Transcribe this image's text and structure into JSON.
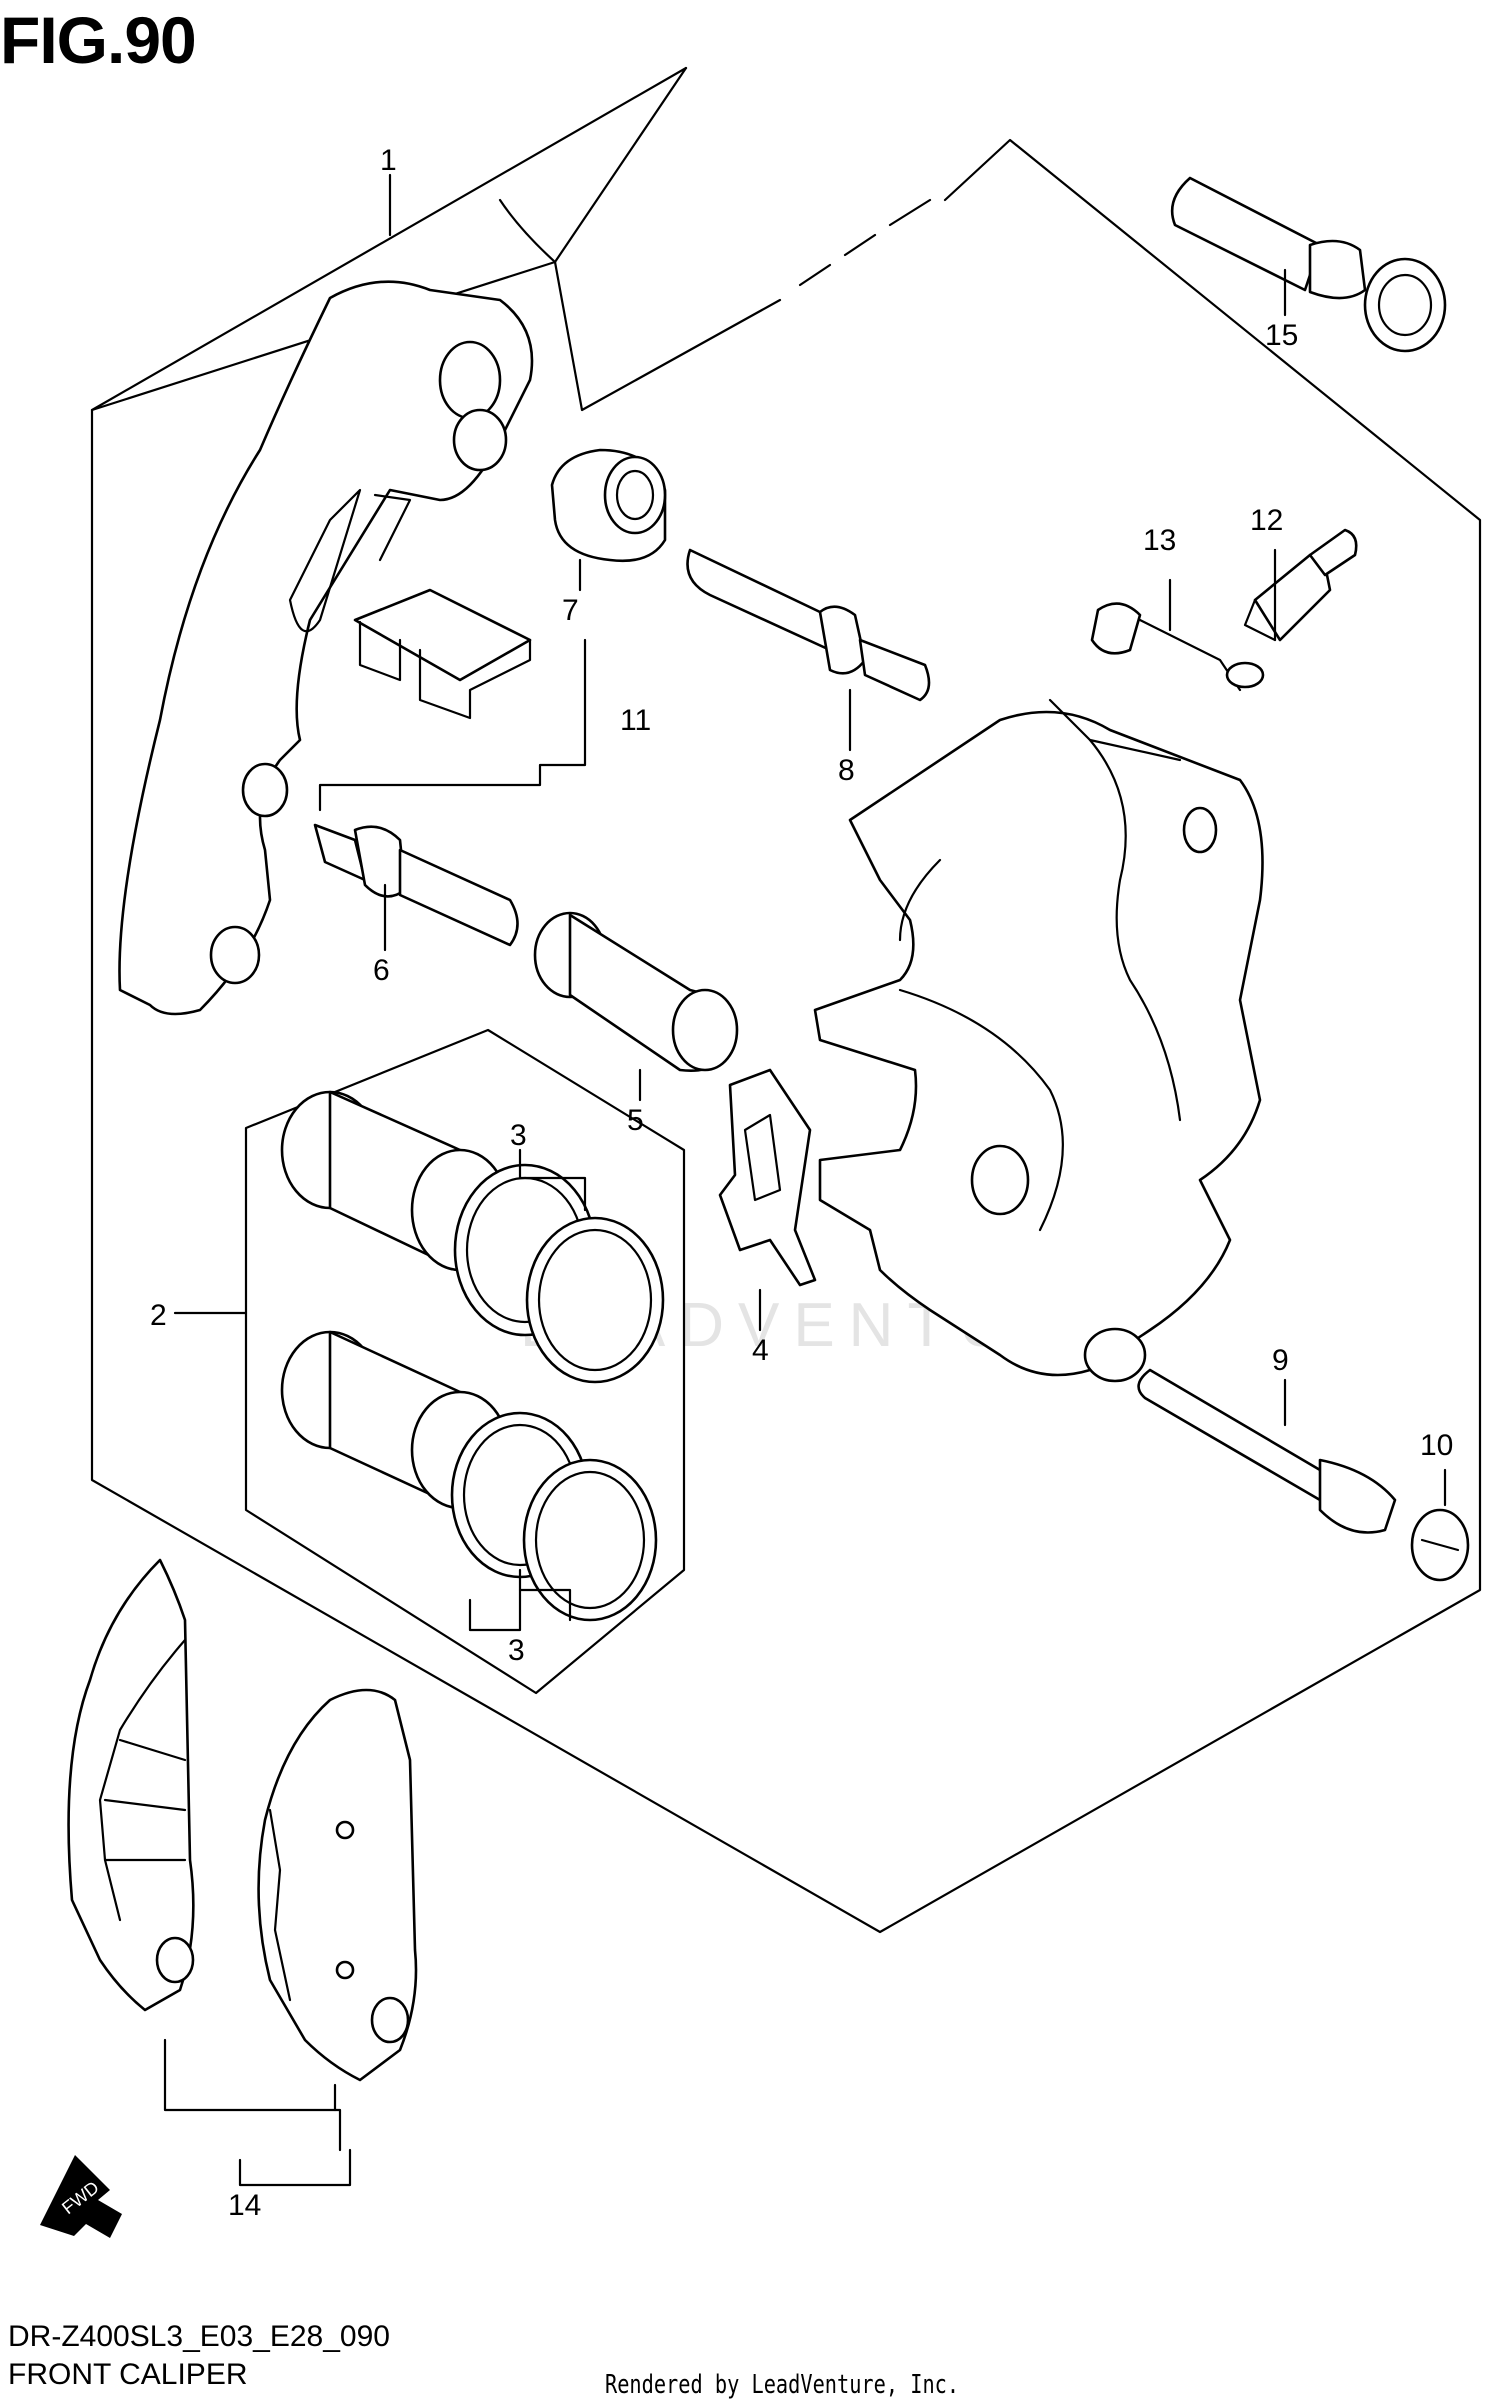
{
  "figure": {
    "title": "FIG.90",
    "model_code": "DR-Z400SL3_E03_E28_090",
    "name": "FRONT CALIPER",
    "rendered_by": "Rendered by LeadVenture, Inc.",
    "watermark": "LEADVENTURE",
    "fwd_label": "FWD"
  },
  "callouts": [
    {
      "id": "1",
      "part": "caliper-assembly"
    },
    {
      "id": "2",
      "part": "piston-set"
    },
    {
      "id": "3",
      "part": "seal-set-upper"
    },
    {
      "id": "3",
      "part": "seal-set-lower"
    },
    {
      "id": "4",
      "part": "pad-spring"
    },
    {
      "id": "5",
      "part": "bracket-pin-boot"
    },
    {
      "id": "6",
      "part": "bracket-slide-pin"
    },
    {
      "id": "7",
      "part": "pin-boot"
    },
    {
      "id": "8",
      "part": "caliper-slide-pin"
    },
    {
      "id": "9",
      "part": "pad-mounting-pin"
    },
    {
      "id": "10",
      "part": "pin-plug"
    },
    {
      "id": "11",
      "part": "pad-retainer-set"
    },
    {
      "id": "12",
      "part": "bleeder-valve"
    },
    {
      "id": "13",
      "part": "bleeder-cap"
    },
    {
      "id": "14",
      "part": "brake-pad-set"
    },
    {
      "id": "15",
      "part": "caliper-mount-bolt"
    }
  ]
}
